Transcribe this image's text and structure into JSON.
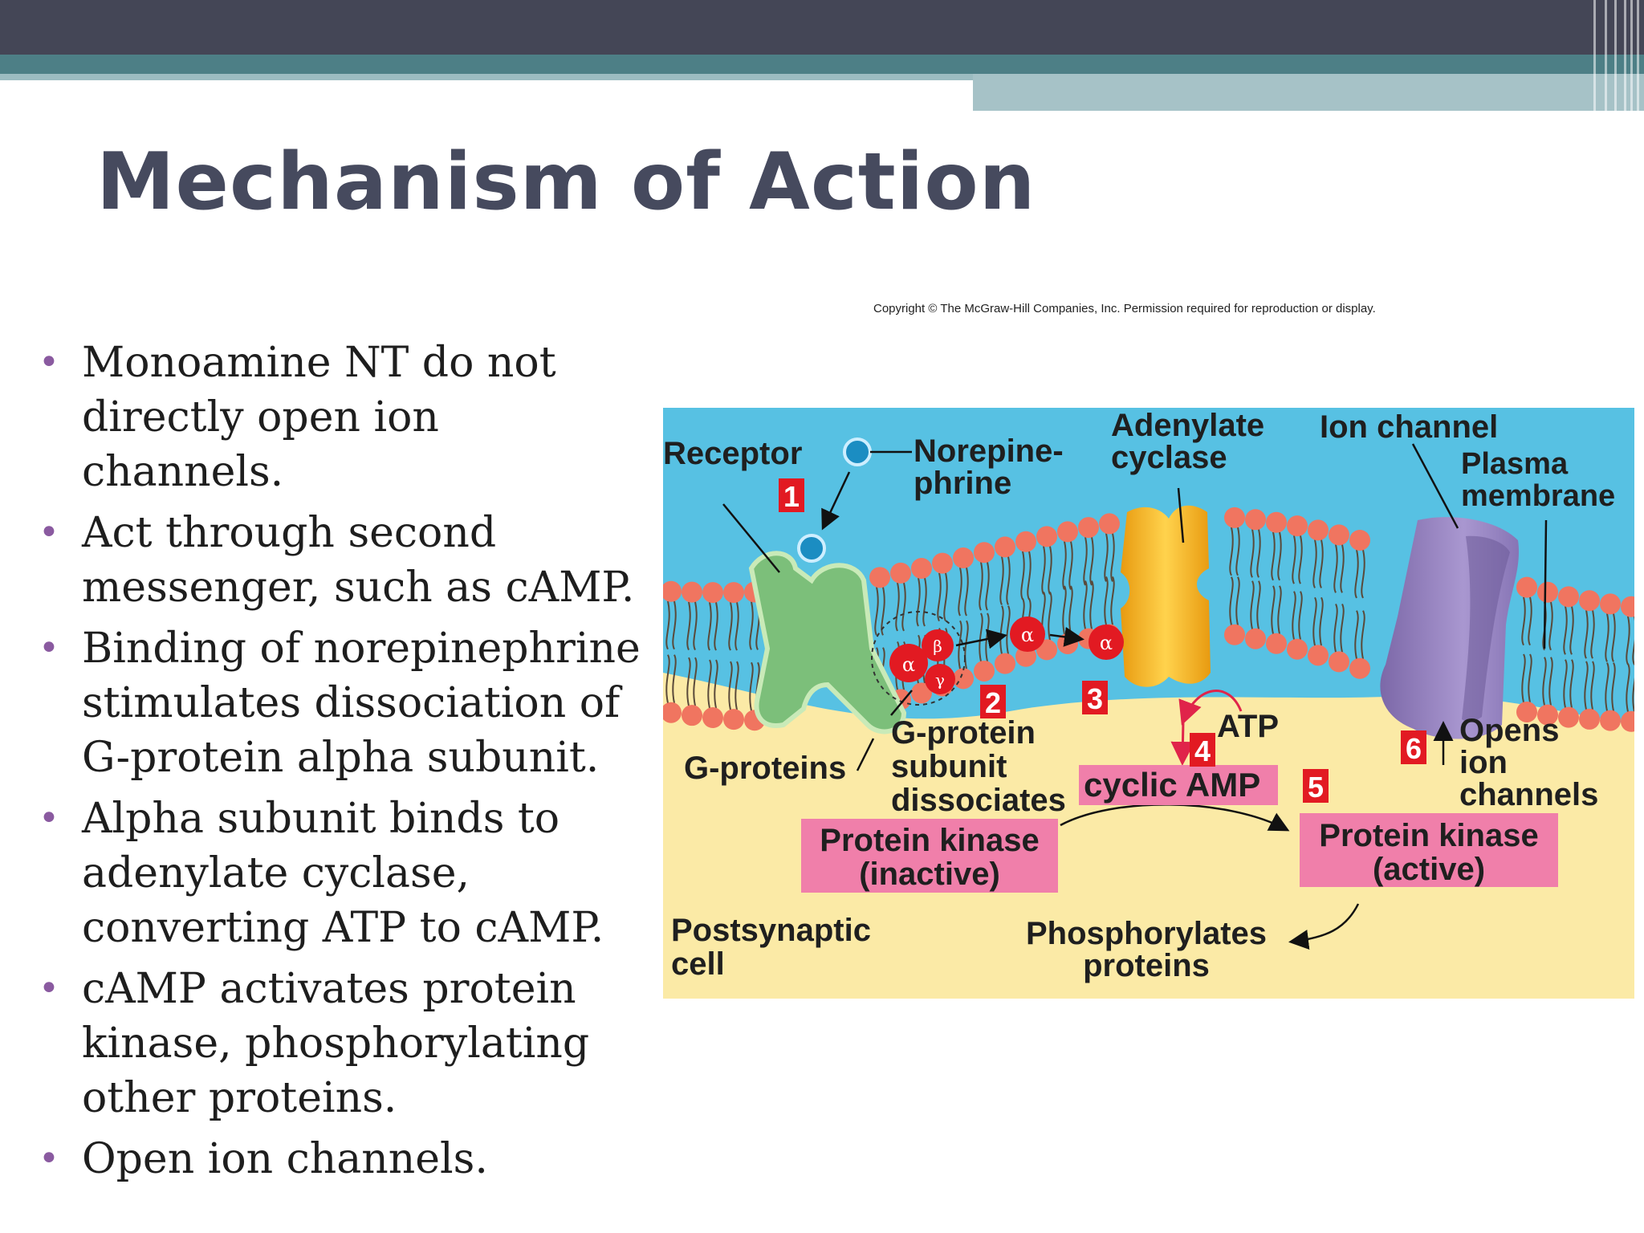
{
  "slide": {
    "title": "Mechanism of Action",
    "bullets": [
      "Monoamine NT do not directly open ion channels.",
      "Act through second messenger, such as cAMP.",
      "Binding of norepinephrine stimulates dissociation of G-protein alpha subunit.",
      "Alpha subunit binds to adenylate cyclase, converting ATP to cAMP.",
      "cAMP activates protein kinase, phosphorylating other proteins.",
      "Open ion channels."
    ]
  },
  "figure": {
    "copyright": "Copyright © The McGraw-Hill Companies, Inc. Permission required for reproduction or display.",
    "labels": {
      "receptor": "Receptor",
      "norepinephrine_1": "Norepine-",
      "norepinephrine_2": "phrine",
      "adenylate_1": "Adenylate",
      "adenylate_2": "cyclase",
      "ion_channel": "Ion channel",
      "plasma_1": "Plasma",
      "plasma_2": "membrane",
      "g_proteins": "G-proteins",
      "gp_dissoc_1": "G-protein",
      "gp_dissoc_2": "subunit",
      "gp_dissoc_3": "dissociates",
      "atp": "ATP",
      "camp": "cyclic AMP",
      "pk_inactive_1": "Protein kinase",
      "pk_inactive_2": "(inactive)",
      "pk_active_1": "Protein kinase",
      "pk_active_2": "(active)",
      "opens_1": "Opens",
      "opens_2": "ion",
      "opens_3": "channels",
      "postsyn_1": "Postsynaptic",
      "postsyn_2": "cell",
      "phos_1": "Phosphorylates",
      "phos_2": "proteins"
    },
    "steps": [
      "1",
      "2",
      "3",
      "4",
      "5",
      "6"
    ],
    "subunits": {
      "alpha": "α",
      "beta": "β",
      "gamma": "γ"
    },
    "colors": {
      "extracellular": "#57c1e3",
      "cytoplasm": "#fbeaa6",
      "lipid_head": "#f07560",
      "receptor": "#7cbf7a",
      "cyclase": "#f3b21d",
      "ion_channel": "#9d8ac6",
      "g_protein": "#e21a22",
      "label_box": "#f07faa",
      "step_box": "#e21a22"
    }
  }
}
